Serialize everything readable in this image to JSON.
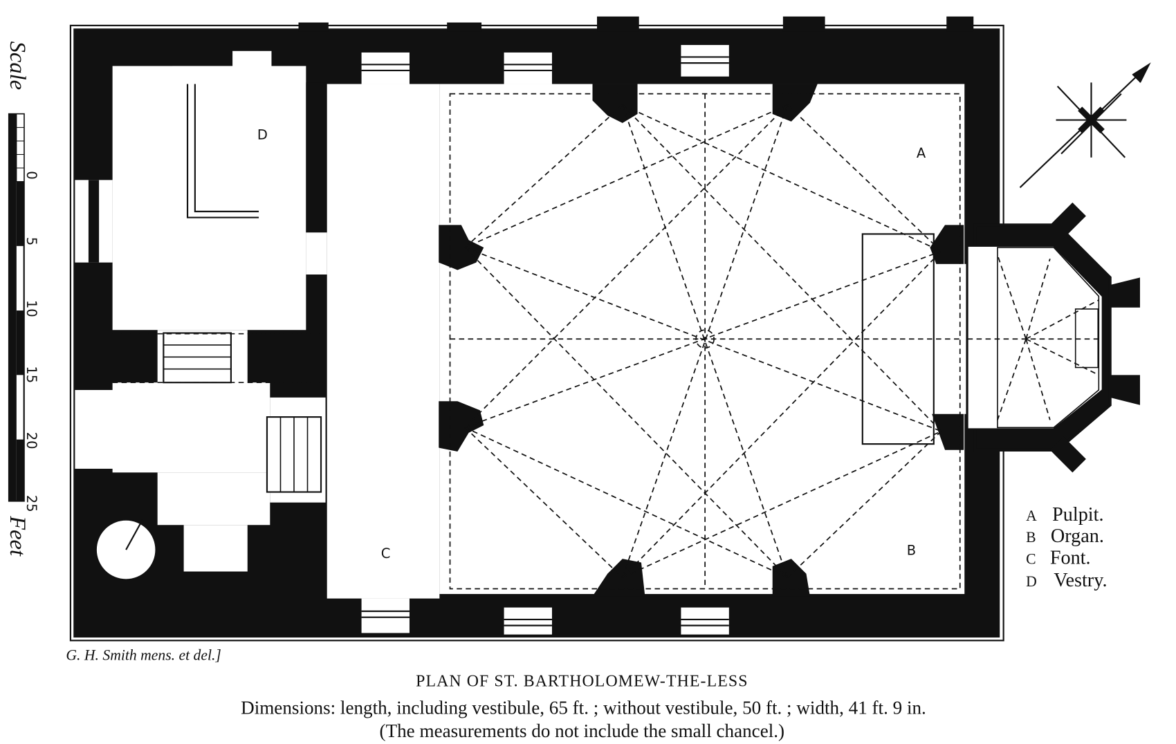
{
  "scale": {
    "title": "Scale",
    "unit": "Feet",
    "ticks": [
      "0",
      "5",
      "10",
      "15",
      "20",
      "25"
    ]
  },
  "room_labels": {
    "a": "A",
    "b": "B",
    "c": "C",
    "d": "D"
  },
  "legend": [
    {
      "key": "A",
      "label": "Pulpit."
    },
    {
      "key": "B",
      "label": "Organ."
    },
    {
      "key": "C",
      "label": "Font."
    },
    {
      "key": "D",
      "label": "Vestry."
    }
  ],
  "credit": "G. H. Smith mens. et del.]",
  "title": "PLAN OF ST. BARTHOLOMEW-THE-LESS",
  "dimensions": "Dimensions: length, including vestibule, 65 ft. ; without vestibule, 50 ft. ; width, 41 ft. 9 in.",
  "note": "(The measurements do not include the small chancel.)",
  "colors": {
    "ink": "#111111",
    "paper": "#ffffff"
  }
}
